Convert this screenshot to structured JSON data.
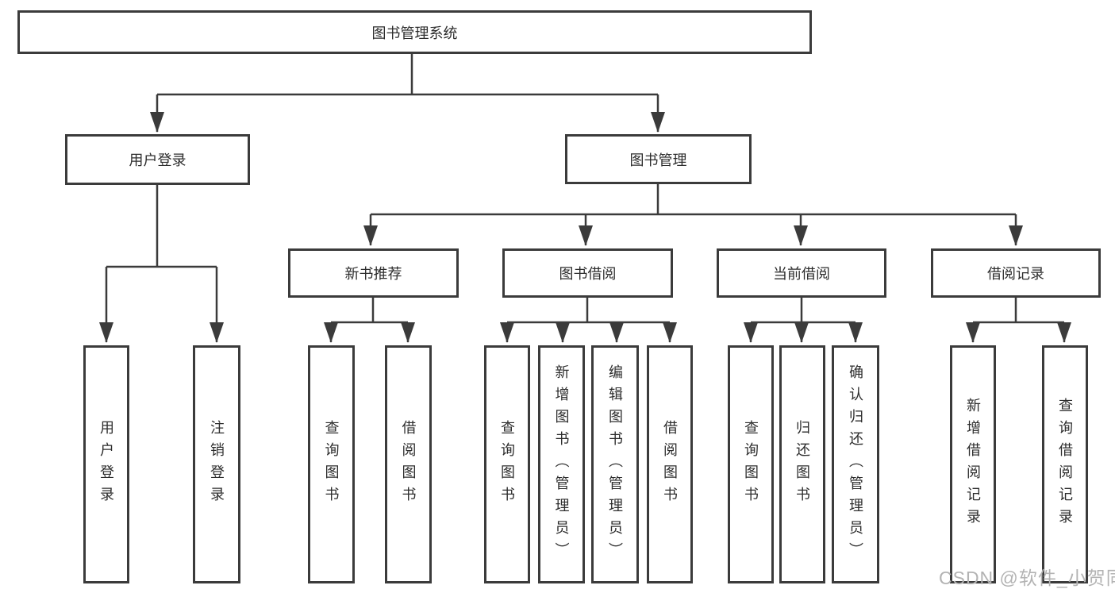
{
  "root": {
    "label": "图书管理系统"
  },
  "branches": {
    "user_login": {
      "label": "用户登录",
      "children": {
        "login": {
          "label": "用户登录"
        },
        "logout": {
          "label": "注销登录"
        }
      }
    },
    "book_management": {
      "label": "图书管理",
      "children": {
        "new_book_recommend": {
          "label": "新书推荐",
          "children": {
            "query_books": {
              "label": "查询图书"
            },
            "borrow_books": {
              "label": "借阅图书"
            }
          }
        },
        "book_borrow": {
          "label": "图书借阅",
          "children": {
            "query_books": {
              "label": "查询图书"
            },
            "add_books": {
              "label": "新增图书（管理员）"
            },
            "edit_books": {
              "label": "编辑图书（管理员）"
            },
            "borrow_books": {
              "label": "借阅图书"
            }
          }
        },
        "current_borrow": {
          "label": "当前借阅",
          "children": {
            "query_books": {
              "label": "查询图书"
            },
            "return_books": {
              "label": "归还图书"
            },
            "confirm_return": {
              "label": "确认归还（管理员）"
            }
          }
        },
        "borrow_records": {
          "label": "借阅记录",
          "children": {
            "add_record": {
              "label": "新增借阅记录"
            },
            "query_record": {
              "label": "查询借阅记录"
            }
          }
        }
      }
    }
  },
  "colors": {
    "line": "#3b3b3b",
    "box_border": "#3b3b3b",
    "text": "#2d2d2d",
    "watermark": "#b3b3b3"
  },
  "watermark": "CSDN @软件_小贺同学"
}
